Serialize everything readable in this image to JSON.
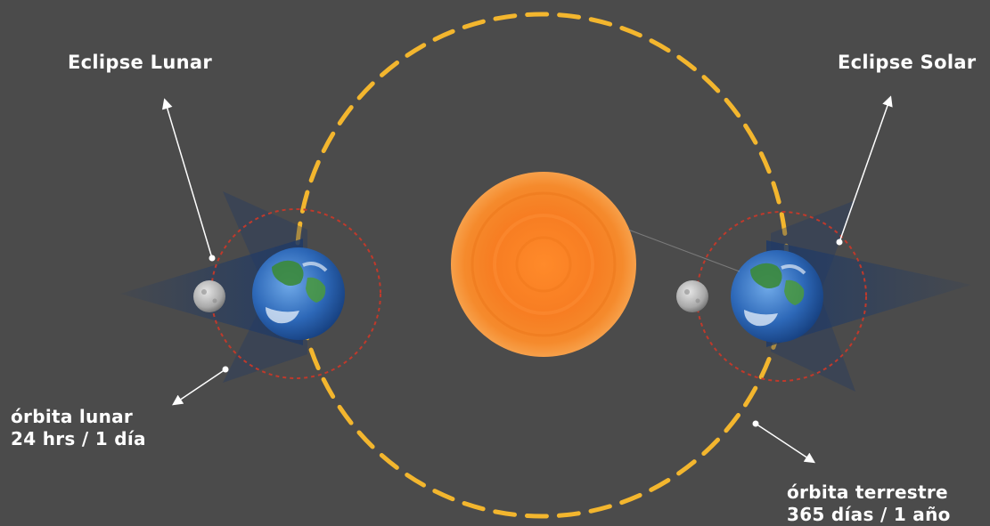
{
  "labels": {
    "lunar_eclipse": "Eclipse Lunar",
    "solar_eclipse": "Eclipse Solar",
    "lunar_orbit": {
      "line1": "órbita lunar",
      "line2": "24 hrs / 1 día"
    },
    "earth_orbit": {
      "line1": "órbita terrestre",
      "line2": "365 días / 1 año"
    }
  },
  "colors": {
    "background": "#4b4b4b",
    "earth_orbit": "#f3b62e",
    "lunar_orbit": "#c0392b",
    "sun": "#f57f20",
    "shadow": "#1f3a66",
    "arrow": "#ffffff",
    "text": "#ffffff"
  },
  "icons": {
    "sun": "sun-icon",
    "earth": "earth-icon",
    "moon": "moon-icon"
  }
}
